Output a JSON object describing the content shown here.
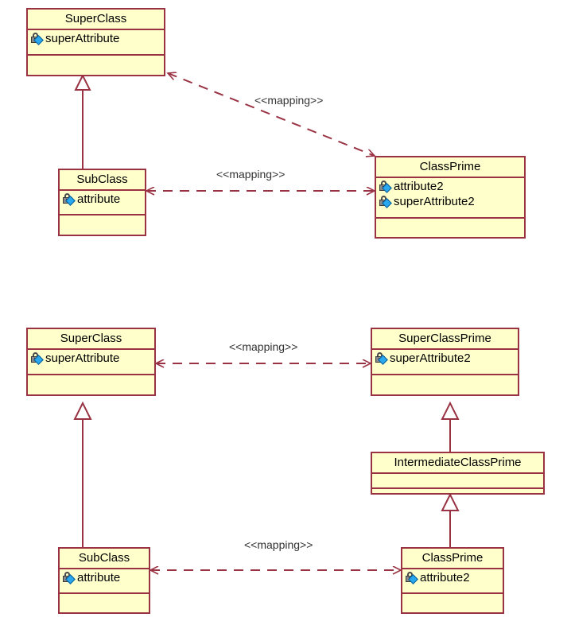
{
  "diagram": {
    "title": "UML class mapping diagrams",
    "colors": {
      "box_fill": "#ffffcc",
      "box_border": "#993344",
      "line": "#993344",
      "text": "#000000",
      "background": "#ffffff"
    },
    "visibility_icon": "protected-lock-icon",
    "stereotype_text": "<<mapping>>"
  },
  "diagrams": [
    {
      "name": "upper-diagram",
      "classes": [
        {
          "id": "upper-superclass",
          "name": "SuperClass",
          "attributes": [
            {
              "icon": "protected-lock-icon",
              "label": "superAttribute"
            }
          ],
          "operations": []
        },
        {
          "id": "upper-subclass",
          "name": "SubClass",
          "attributes": [
            {
              "icon": "protected-lock-icon",
              "label": "attribute"
            }
          ],
          "operations": []
        },
        {
          "id": "upper-classprime",
          "name": "ClassPrime",
          "attributes": [
            {
              "icon": "protected-lock-icon",
              "label": "attribute2"
            },
            {
              "icon": "protected-lock-icon",
              "label": "superAttribute2"
            }
          ],
          "operations": []
        }
      ],
      "relations": [
        {
          "id": "upper-generalization",
          "type": "generalization",
          "from": "SubClass",
          "to": "SuperClass",
          "label": ""
        },
        {
          "id": "upper-mapping-diagonal",
          "type": "mapping",
          "from": "ClassPrime",
          "to": "SuperClass",
          "label": "<<mapping>>"
        },
        {
          "id": "upper-mapping-horizontal",
          "type": "mapping",
          "from": "SubClass",
          "to": "ClassPrime",
          "label": "<<mapping>>"
        }
      ]
    },
    {
      "name": "lower-diagram",
      "classes": [
        {
          "id": "lower-superclass",
          "name": "SuperClass",
          "attributes": [
            {
              "icon": "protected-lock-icon",
              "label": "superAttribute"
            }
          ],
          "operations": []
        },
        {
          "id": "lower-superclassprime",
          "name": "SuperClassPrime",
          "attributes": [
            {
              "icon": "protected-lock-icon",
              "label": "superAttribute2"
            }
          ],
          "operations": []
        },
        {
          "id": "lower-intermediateclassprime",
          "name": "IntermediateClassPrime",
          "attributes": [],
          "operations": []
        },
        {
          "id": "lower-subclass",
          "name": "SubClass",
          "attributes": [
            {
              "icon": "protected-lock-icon",
              "label": "attribute"
            }
          ],
          "operations": []
        },
        {
          "id": "lower-classprime",
          "name": "ClassPrime",
          "attributes": [
            {
              "icon": "protected-lock-icon",
              "label": "attribute2"
            }
          ],
          "operations": []
        }
      ],
      "relations": [
        {
          "id": "lower-mapping-top",
          "type": "mapping",
          "from": "SuperClass",
          "to": "SuperClassPrime",
          "label": "<<mapping>>"
        },
        {
          "id": "lower-generalization-left",
          "type": "generalization",
          "from": "SubClass",
          "to": "SuperClass",
          "label": ""
        },
        {
          "id": "lower-generalization-intermediate",
          "type": "generalization",
          "from": "IntermediateClassPrime",
          "to": "SuperClassPrime",
          "label": ""
        },
        {
          "id": "lower-generalization-classprime",
          "type": "generalization",
          "from": "ClassPrime",
          "to": "IntermediateClassPrime",
          "label": ""
        },
        {
          "id": "lower-mapping-bottom",
          "type": "mapping",
          "from": "SubClass",
          "to": "ClassPrime",
          "label": "<<mapping>>"
        }
      ]
    }
  ],
  "labels": {
    "mapping_upper_diagonal": "<<mapping>>",
    "mapping_upper_horizontal": "<<mapping>>",
    "mapping_lower_top": "<<mapping>>",
    "mapping_lower_bottom": "<<mapping>>"
  }
}
